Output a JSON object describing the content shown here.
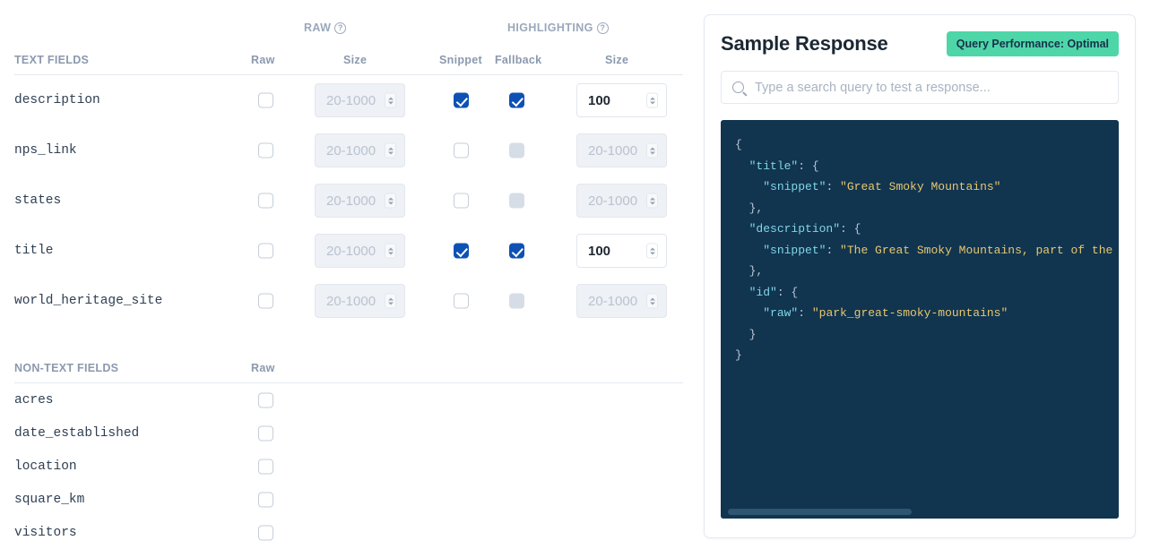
{
  "left": {
    "group_headers": [
      {
        "label": "RAW",
        "help_icon": "question-circle-icon"
      },
      {
        "label": "HIGHLIGHTING",
        "help_icon": "question-circle-icon"
      }
    ],
    "text_section": {
      "title": "TEXT FIELDS",
      "columns": [
        "Raw",
        "Size",
        "Snippet",
        "Fallback",
        "Size"
      ],
      "rows": [
        {
          "name": "description",
          "raw": false,
          "raw_size": "20-1000",
          "raw_size_enabled": false,
          "snippet": true,
          "fallback": true,
          "fallback_enabled": true,
          "hl_size": "100",
          "hl_size_enabled": true
        },
        {
          "name": "nps_link",
          "raw": false,
          "raw_size": "20-1000",
          "raw_size_enabled": false,
          "snippet": false,
          "fallback": false,
          "fallback_enabled": false,
          "hl_size": "20-1000",
          "hl_size_enabled": false
        },
        {
          "name": "states",
          "raw": false,
          "raw_size": "20-1000",
          "raw_size_enabled": false,
          "snippet": false,
          "fallback": false,
          "fallback_enabled": false,
          "hl_size": "20-1000",
          "hl_size_enabled": false
        },
        {
          "name": "title",
          "raw": false,
          "raw_size": "20-1000",
          "raw_size_enabled": false,
          "snippet": true,
          "fallback": true,
          "fallback_enabled": true,
          "hl_size": "100",
          "hl_size_enabled": true
        },
        {
          "name": "world_heritage_site",
          "raw": false,
          "raw_size": "20-1000",
          "raw_size_enabled": false,
          "snippet": false,
          "fallback": false,
          "fallback_enabled": false,
          "hl_size": "20-1000",
          "hl_size_enabled": false
        }
      ]
    },
    "nontext_section": {
      "title": "NON-TEXT FIELDS",
      "columns": [
        "Raw"
      ],
      "rows": [
        {
          "name": "acres",
          "raw": false
        },
        {
          "name": "date_established",
          "raw": false
        },
        {
          "name": "location",
          "raw": false
        },
        {
          "name": "square_km",
          "raw": false
        },
        {
          "name": "visitors",
          "raw": false
        }
      ]
    }
  },
  "right": {
    "title": "Sample Response",
    "badge": "Query Performance: Optimal",
    "badge_color": "#4ed6a8",
    "search": {
      "value": "",
      "placeholder": "Type a search query to test a response...",
      "icon": "search-icon"
    },
    "code": {
      "background": "#11344f",
      "key_color": "#7fd7e8",
      "string_color": "#e6c86e",
      "lines": [
        {
          "indent": 0,
          "parts": [
            {
              "t": "{",
              "c": "p"
            }
          ]
        },
        {
          "indent": 1,
          "parts": [
            {
              "t": "\"title\"",
              "c": "k"
            },
            {
              "t": ": {",
              "c": "p"
            }
          ]
        },
        {
          "indent": 2,
          "parts": [
            {
              "t": "\"snippet\"",
              "c": "k"
            },
            {
              "t": ": ",
              "c": "p"
            },
            {
              "t": "\"Great Smoky Mountains\"",
              "c": "s"
            }
          ]
        },
        {
          "indent": 1,
          "parts": [
            {
              "t": "},",
              "c": "p"
            }
          ]
        },
        {
          "indent": 1,
          "parts": [
            {
              "t": "\"description\"",
              "c": "k"
            },
            {
              "t": ": {",
              "c": "p"
            }
          ]
        },
        {
          "indent": 2,
          "parts": [
            {
              "t": "\"snippet\"",
              "c": "k"
            },
            {
              "t": ": ",
              "c": "p"
            },
            {
              "t": "\"The Great Smoky Mountains, part of the Appa",
              "c": "s"
            }
          ]
        },
        {
          "indent": 1,
          "parts": [
            {
              "t": "},",
              "c": "p"
            }
          ]
        },
        {
          "indent": 1,
          "parts": [
            {
              "t": "\"id\"",
              "c": "k"
            },
            {
              "t": ": {",
              "c": "p"
            }
          ]
        },
        {
          "indent": 2,
          "parts": [
            {
              "t": "\"raw\"",
              "c": "k"
            },
            {
              "t": ": ",
              "c": "p"
            },
            {
              "t": "\"park_great-smoky-mountains\"",
              "c": "s"
            }
          ]
        },
        {
          "indent": 1,
          "parts": [
            {
              "t": "}",
              "c": "p"
            }
          ]
        },
        {
          "indent": 0,
          "parts": [
            {
              "t": "}",
              "c": "p"
            }
          ]
        }
      ]
    },
    "scrollbar": {
      "orientation": "horizontal",
      "thumb_fraction": 0.45
    }
  },
  "colors": {
    "checkbox_checked": "#0e51b5",
    "accent_badge": "#4ed6a8",
    "code_bg": "#11344f"
  }
}
